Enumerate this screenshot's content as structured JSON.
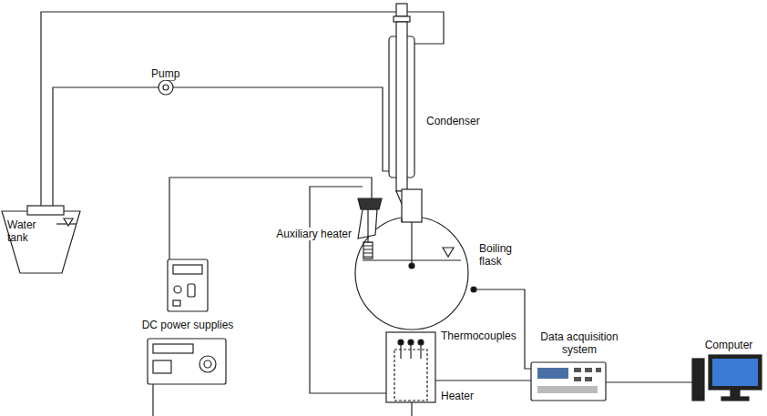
{
  "diagram": {
    "nodes": [
      {
        "text": [
          "Water tank"
        ]
      }
    ],
    "labels": [
      "Pump",
      "Condenser",
      "Auxiliary heater",
      "Boiling flask",
      "DC power supplies",
      "Thermocouples",
      "Data acquisition system",
      "Heater",
      "Computer"
    ]
  }
}
